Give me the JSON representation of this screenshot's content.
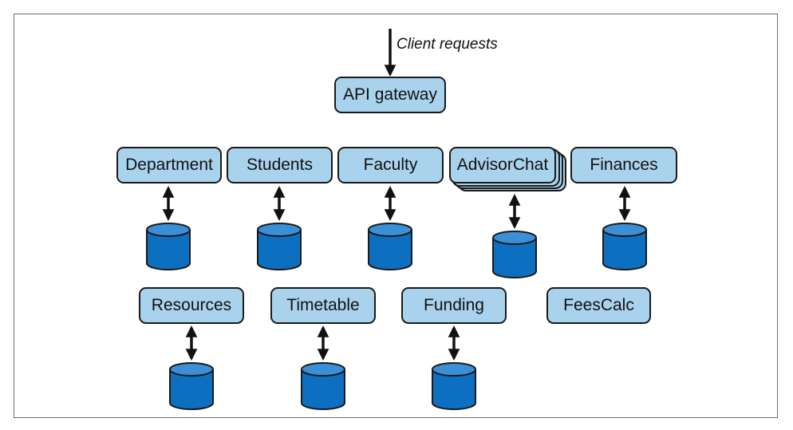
{
  "diagram": {
    "annotation": "Client requests",
    "gateway": "API gateway",
    "services_row1": [
      {
        "label": "Department",
        "has_database": true,
        "stacked": false
      },
      {
        "label": "Students",
        "has_database": true,
        "stacked": false
      },
      {
        "label": "Faculty",
        "has_database": true,
        "stacked": false
      },
      {
        "label": "AdvisorChat",
        "has_database": true,
        "stacked": true
      },
      {
        "label": "Finances",
        "has_database": true,
        "stacked": false
      }
    ],
    "services_row2": [
      {
        "label": "Resources",
        "has_database": true
      },
      {
        "label": "Timetable",
        "has_database": true
      },
      {
        "label": "Funding",
        "has_database": true
      },
      {
        "label": "FeesCalc",
        "has_database": false
      }
    ],
    "colors": {
      "service_fill": "#a9d3ec",
      "database_fill": "#0d6fbf",
      "database_top": "#3a8fd6",
      "stroke": "#1a1a1a"
    }
  }
}
